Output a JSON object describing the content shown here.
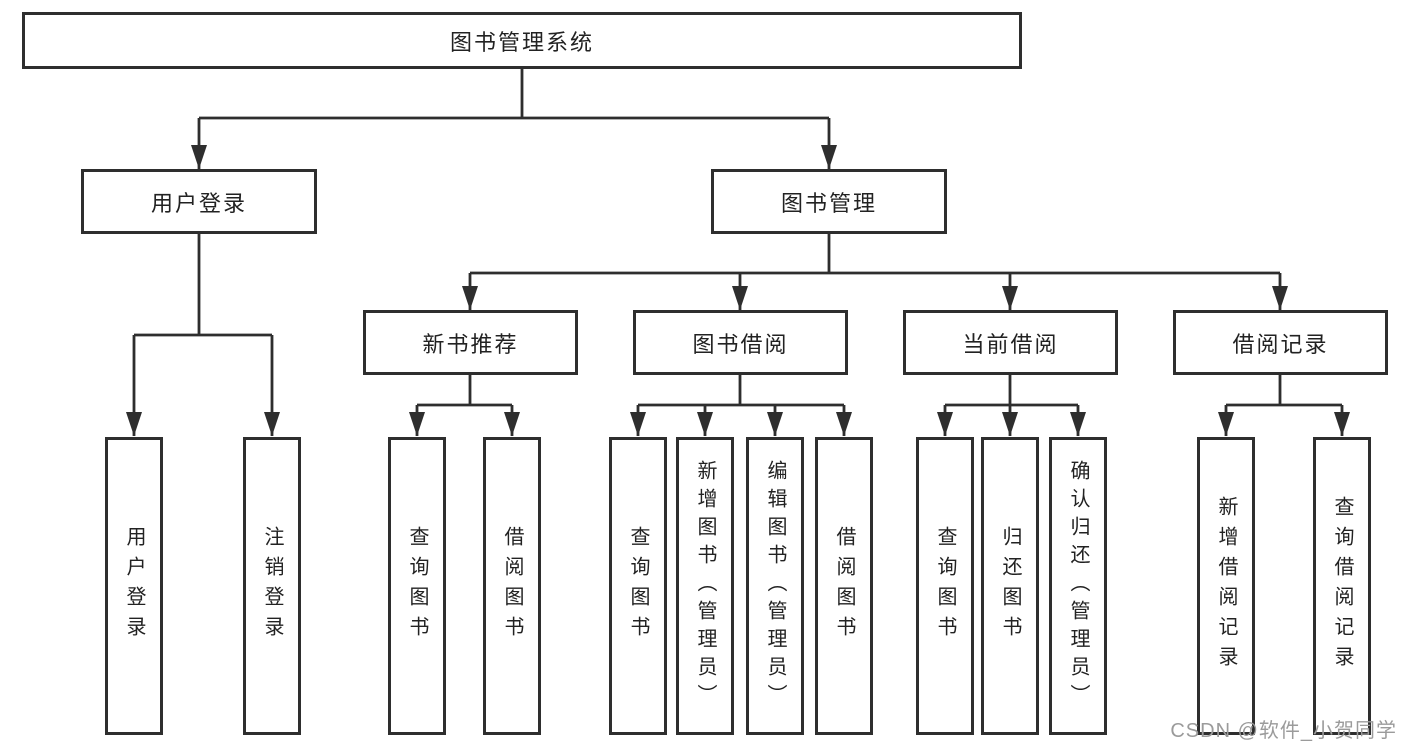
{
  "diagram": {
    "root": {
      "label": "图书管理系统"
    },
    "branches": [
      {
        "label": "用户登录",
        "leaves": [
          {
            "label": "用户登录"
          },
          {
            "label": "注销登录"
          }
        ]
      },
      {
        "label": "图书管理",
        "groups": [
          {
            "label": "新书推荐",
            "leaves": [
              {
                "label": "查询图书"
              },
              {
                "label": "借阅图书"
              }
            ]
          },
          {
            "label": "图书借阅",
            "leaves": [
              {
                "label": "查询图书"
              },
              {
                "label": "新增图书（管理员）"
              },
              {
                "label": "编辑图书（管理员）"
              },
              {
                "label": "借阅图书"
              }
            ]
          },
          {
            "label": "当前借阅",
            "leaves": [
              {
                "label": "查询图书"
              },
              {
                "label": "归还图书"
              },
              {
                "label": "确认归还（管理员）"
              }
            ]
          },
          {
            "label": "借阅记录",
            "leaves": [
              {
                "label": "新增借阅记录"
              },
              {
                "label": "查询借阅记录"
              }
            ]
          }
        ]
      }
    ]
  },
  "watermark": {
    "text": "CSDN @软件_小贺同学"
  },
  "colors": {
    "line": "#2e2e2e",
    "text": "#222222",
    "box_background": "#ffffff",
    "watermark": "#9b9b9b",
    "page_background": "#ffffff"
  }
}
